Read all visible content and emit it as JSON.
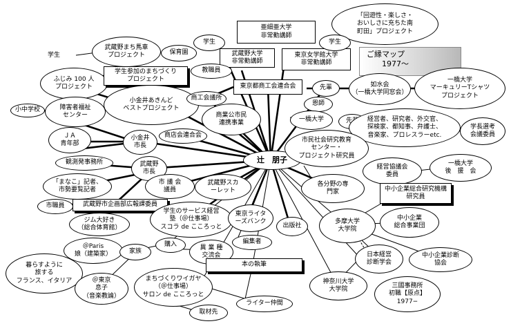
{
  "title": "ご縁マップ\n　　1977〜",
  "center": "辻　朋子",
  "nodes": {
    "n01": "亜細亜大学\n非常勤講師",
    "n02": "「回遊性・楽しさ・\nおいしさに充ちた南\n町田」プロジェクト",
    "n03": "学生",
    "n04": "武蔵野まち馬車\nプロジェクト",
    "n05": "保育園",
    "n06": "学生",
    "n07": "武蔵野大学\n非常勤講師",
    "n08": "東京女学館大学\n非常勤講師",
    "n09": "学生",
    "n10": "教職員",
    "n11": "ふじみ 100 人\nプロジェクト",
    "n12": "学生参加のまちづくり\nプロジェクト",
    "n13": "東京都商工会連合会",
    "n14": "先輩",
    "n15": "如水会\n（一橋大学同窓会）",
    "n16": "一橋大学\nマーキュリーTシャツ\nプロジェクト",
    "n17": "小金井あきんど\nベストプロジェクト",
    "n18": "商工会議所",
    "n19": "恩師",
    "n20": "小中学校",
    "n21": "障害者福祉\nセンター",
    "n22": "商業公市民\n連携事業",
    "n23": "一橋大学",
    "n24": "先輩",
    "n25": "経営者、研究者、外交官、\n探検家、都知事、弁護士、\n音楽家、プロレスラーetc.",
    "n26": "学長選考\n会議委員",
    "n27": "ＪＡ\n青年部",
    "n28": "小金井\n市長",
    "n29": "商店会連合会",
    "n30": "市民社会研究教育\nセンター・\nプロジェクト研究員",
    "n31": "観測発事務所",
    "n32": "武蔵野\n市長",
    "n33": "経営協議会\n委員",
    "n34": "一橋大学\n後　援　会",
    "n35": "「まなこ」記者、\n市勢要覧記者",
    "n36": "市 議 会\n議員",
    "n37": "武蔵野スカ\nーレット",
    "n38": "各分野の専\n門家",
    "n39": "中小企業総合研究機構\n研究員",
    "n40": "市職員",
    "n41": "武蔵野市企画部広報課委員",
    "n42": "学生のサービス経営\n塾（＠仕事場）\nスコラ de こころっと",
    "n43": "東京ライタ\nーズバンク",
    "n44": "出版社",
    "n45": "多摩大学\n大学院",
    "n46": "中小企業\n総合事業団",
    "n47": "ジム大好き\n（総合体育館）",
    "n48": "購入",
    "n49": "編集者",
    "n50": "＠Paris\n娘（建築家）",
    "n51": "家族",
    "n52": "異 業 種\n交流会",
    "n53": "日本経営\n診断学会",
    "n54": "中小企業診断\n協会",
    "n55": "暮らすように\n旅する\nフランス、イタリア",
    "n56": "本の執筆",
    "n57": "＠東京\n息子\n（音楽教論）",
    "n58": "まちづくりワイガヤ\n（＠仕事場）\nサロン de こころっと",
    "n59": "神奈川大学\n大学院",
    "n60": "三國事務所\n初職【原点】\n1977−",
    "n61": "ライター仲間",
    "n62": "取材先"
  },
  "colors": {
    "line": "#000000",
    "background": "#ffffff",
    "title_gradient_end": "#b8b8b8"
  }
}
